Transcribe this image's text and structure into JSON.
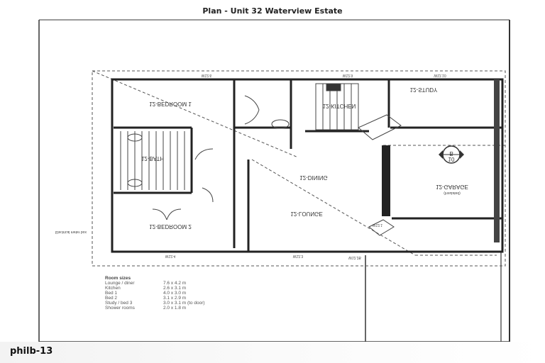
{
  "title": "Plan - Unit 32 Waterview Estate",
  "rooms": {
    "bedroom1": "12-BEDROOM 1",
    "kitchen": "12-KITCHEN",
    "study": "12-STUDY",
    "bath": "12-BATH",
    "dining": "12-DINING",
    "lounge": "12-LOUNGE",
    "garage": "12-GARAGE",
    "garage_note": "(Insulated)",
    "bedroom2": "12-BEDROOM 2"
  },
  "annotations": {
    "w_top_left": "W12.6",
    "w_top_mid": "W12.9",
    "w_top_right": "W12.10",
    "w_bottom_left": "W12.4",
    "w_bottom_mid": "W12.3",
    "w_bottom_right": "W12.2B",
    "w_corner": "W12.1",
    "electrical": "Electrical meter box",
    "section_top": "B",
    "section_bottom": "10"
  },
  "room_sizes": {
    "heading": "Room sizes",
    "rows": [
      {
        "room": "Lounge / diner",
        "size": "7.6 x 4.2 m"
      },
      {
        "room": "Kitchen",
        "size": "2.6 x 3.1 m"
      },
      {
        "room": "Bed 1",
        "size": "4.0 x 3.0 m"
      },
      {
        "room": "Bed 2",
        "size": "3.1 x 2.9 m"
      },
      {
        "room": "Study / bed 3",
        "size": "3.0 x 3.1 m (to door)"
      },
      {
        "room": "Shower rooms",
        "size": "2.0 x 1.8 m"
      }
    ]
  },
  "watermark": "philb-13"
}
